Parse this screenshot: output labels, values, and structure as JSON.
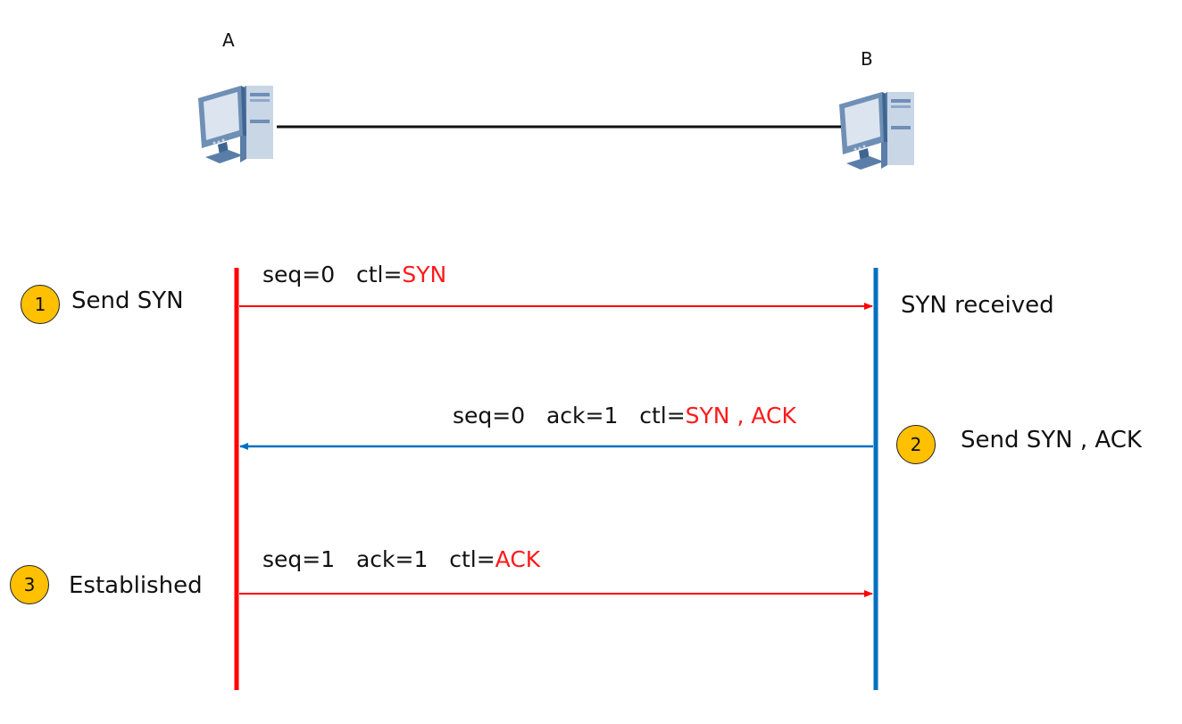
{
  "hosts": {
    "a": {
      "label": "A"
    },
    "b": {
      "label": "B"
    }
  },
  "colors": {
    "host_a_line": "#ff0000",
    "host_b_line": "#0070c0",
    "highlight": "#ff1a1a",
    "badge_fill": "#ffc000",
    "link": "#111111"
  },
  "steps": [
    {
      "number": "1",
      "label": "Send SYN"
    },
    {
      "number": "2",
      "label": "Send SYN , ACK"
    },
    {
      "number": "3",
      "label": "Established"
    }
  ],
  "status": {
    "b_received": "SYN received"
  },
  "messages": [
    {
      "direction": "A-to-B",
      "prefix": "seq=0   ctl=",
      "flags": "SYN"
    },
    {
      "direction": "B-to-A",
      "prefix": "seq=0   ack=1   ctl=",
      "flags": "SYN , ACK"
    },
    {
      "direction": "A-to-B",
      "prefix": "seq=1   ack=1   ctl=",
      "flags": "ACK"
    }
  ]
}
